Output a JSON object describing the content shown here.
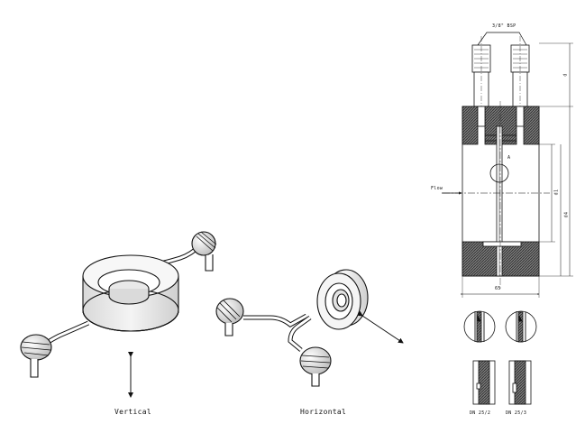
{
  "labels": {
    "vertical": "Vertical",
    "horizontal": "Horizontal",
    "thread": "3/8\" BSP",
    "flow": "Flow",
    "dim_bottom": "65",
    "dim_height": "d4",
    "dim_mid": "d1",
    "dim_side": "d",
    "detail_mark": "A",
    "detail_left": "DN 25/2",
    "detail_right": "DN 25/3"
  }
}
